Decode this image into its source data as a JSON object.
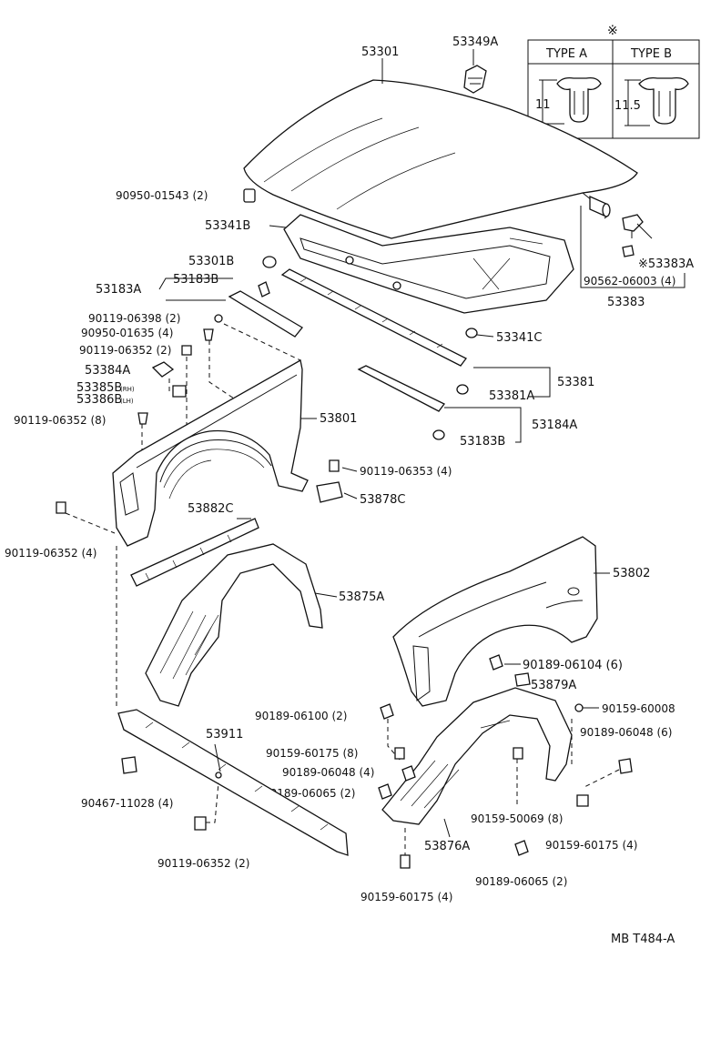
{
  "diagram": {
    "note_symbol": "※",
    "type_table": {
      "type_a": {
        "label": "TYPE A",
        "dim": "11"
      },
      "type_b": {
        "label": "TYPE B",
        "dim": "11.5"
      }
    },
    "labels": {
      "l_53301": "53301",
      "l_53349A": "53349A",
      "l_90950_01543": "90950-01543 (2)",
      "l_53341B": "53341B",
      "l_53301B": "53301B",
      "l_53183A": "53183A",
      "l_53183B_top": "53183B",
      "l_90119_06398": "90119-06398 (2)",
      "l_90950_01635": "90950-01635 (4)",
      "l_90119_06352_a": "90119-06352 (2)",
      "l_53384A": "53384A",
      "l_53385B": "53385B",
      "l_53385B_suffix": "(RH)",
      "l_53386B": "53386B",
      "l_53386B_suffix": "(LH)",
      "l_90119_06352_b": "90119-06352 (8)",
      "l_53801": "53801",
      "l_90119_06352_c": "90119-06352 (4)",
      "l_53882C": "53882C",
      "l_90119_06353": "90119-06353 (4)",
      "l_53878C": "53878C",
      "l_53875A": "53875A",
      "l_53383A": "※53383A",
      "l_90562_06003": "90562-06003 (4)",
      "l_53383": "53383",
      "l_53341C": "53341C",
      "l_53381": "53381",
      "l_53381A": "53381A",
      "l_53184A": "53184A",
      "l_53183B_bottom": "53183B",
      "l_53802": "53802",
      "l_90189_06104": "90189-06104 (6)",
      "l_53879A": "53879A",
      "l_90189_06100": "90189-06100 (2)",
      "l_90159_60008": "90159-60008",
      "l_90189_06048_r": "90189-06048 (6)",
      "l_53911": "53911",
      "l_90159_60175_a": "90159-60175 (8)",
      "l_90189_06048_l": "90189-06048 (4)",
      "l_90189_06065_a": "90189-06065 (2)",
      "l_90159_50069": "90159-50069 (8)",
      "l_90159_60175_b": "90159-60175 (4)",
      "l_90467_11028": "90467-11028 (4)",
      "l_53876A": "53876A",
      "l_90119_06352_d": "90119-06352 (2)",
      "l_90189_06065_b": "90189-06065 (2)",
      "l_90159_60175_c": "90159-60175 (4)",
      "l_mb": "MB T484-A"
    }
  }
}
